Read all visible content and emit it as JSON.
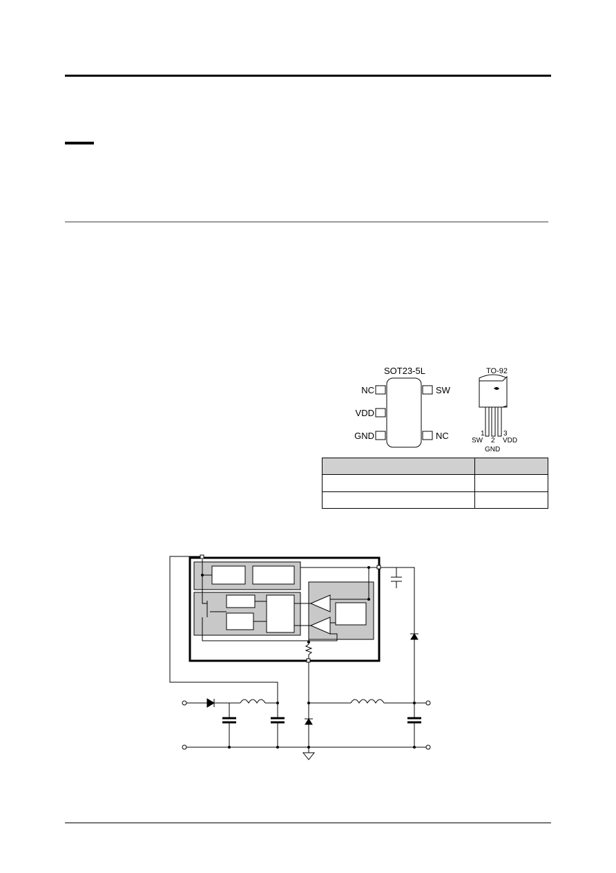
{
  "pin_configuration": {
    "sot23": {
      "package_name": "SOT23-5L",
      "left_pins": [
        "NC",
        "VDD",
        "GND"
      ],
      "right_pins": [
        "SW",
        "NC"
      ]
    },
    "to92": {
      "package_name": "TO-92",
      "pin_numbers": [
        "1",
        "2",
        "3"
      ],
      "pin_names": [
        "SW",
        "GND",
        "VDD"
      ]
    }
  },
  "pin_table": {
    "rows": [
      [
        "",
        ""
      ],
      [
        "",
        ""
      ],
      [
        "",
        ""
      ]
    ]
  },
  "colors": {
    "rule_grey": "#9a9a9a",
    "block_fill": "#c8c8c8",
    "table_header": "#d0d0d0"
  }
}
